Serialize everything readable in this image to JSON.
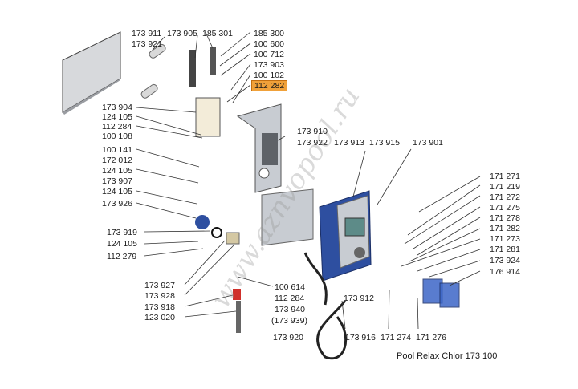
{
  "labels_left": [
    "173 911",
    "173 921",
    "173 905",
    "185 301",
    "185 300",
    "100 600",
    "100 712",
    "173 903",
    "100 102",
    "173 904",
    "124 105",
    "112 284",
    "100 108",
    "100 141",
    "172 012",
    "124 105",
    "173 907",
    "124 105",
    "173 926",
    "173 919",
    "124 105",
    "112 279",
    "173 927",
    "173 928",
    "173 918",
    "123 020",
    "100 614",
    "112 284",
    "173 940",
    "(173 939)",
    "173 920"
  ],
  "highlight_label": "112 282",
  "labels_center": [
    "173 910",
    "173 922",
    "173 913",
    "173 915",
    "173 901",
    "173 912",
    "173 916",
    "171 274",
    "171 276"
  ],
  "labels_right": [
    "171 271",
    "171 219",
    "171 272",
    "171 275",
    "171 278",
    "171 282",
    "171 273",
    "171 281",
    "173 924",
    "176 914"
  ],
  "caption": "Pool Relax Chlor 173 100",
  "watermark": "www.aznvopool.ru",
  "colors": {
    "accent": "#f0a13a",
    "pump_blue": "#2e4fa0",
    "panel_grey": "#c8ccd2",
    "line": "#333333"
  }
}
